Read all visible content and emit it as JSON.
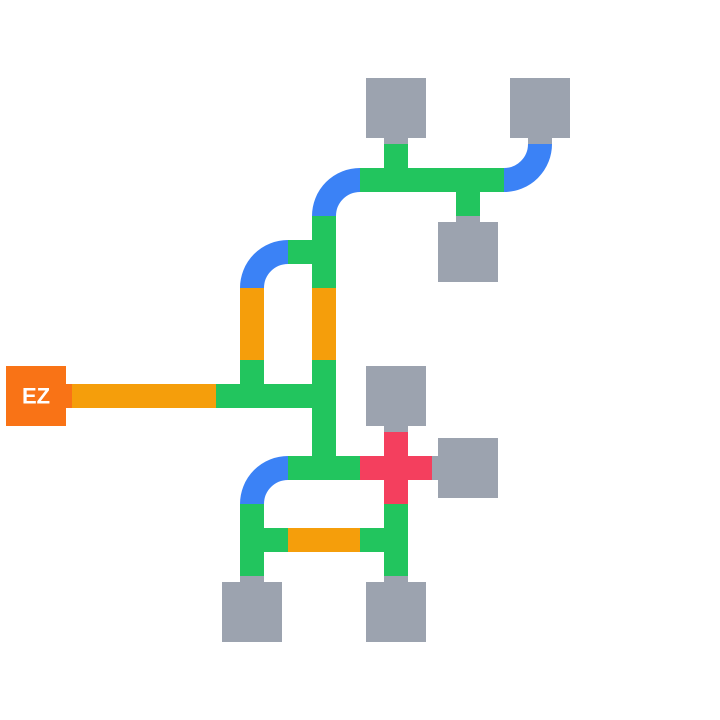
{
  "game": {
    "type": "pipe-connection-puzzle",
    "grid": {
      "cols": 10,
      "rows": 10
    },
    "colors": {
      "background": "#ffffff",
      "straight_pipe": "#f59e0b",
      "curve_pipe": "#3b82f6",
      "junction_pipe": "#22c55e",
      "cross_pipe": "#f43f5e",
      "source": "#f97316",
      "source_text": "#ffffff",
      "terminal": "#9ca3af"
    },
    "source": {
      "label": "EZ",
      "cell": [
        0,
        5
      ],
      "outlets": [
        "E"
      ]
    },
    "terminals": [
      {
        "cell": [
          5,
          1
        ],
        "opening": "S"
      },
      {
        "cell": [
          7,
          1
        ],
        "opening": "S"
      },
      {
        "cell": [
          6,
          3
        ],
        "opening": "N"
      },
      {
        "cell": [
          5,
          5
        ],
        "opening": "S"
      },
      {
        "cell": [
          6,
          6
        ],
        "opening": "W"
      },
      {
        "cell": [
          3,
          8
        ],
        "opening": "N"
      },
      {
        "cell": [
          5,
          8
        ],
        "opening": "N"
      }
    ],
    "pipes": [
      {
        "cell": [
          1,
          5
        ],
        "kind": "straight",
        "openings": [
          "W",
          "E"
        ]
      },
      {
        "cell": [
          2,
          5
        ],
        "kind": "straight",
        "openings": [
          "W",
          "E"
        ]
      },
      {
        "cell": [
          3,
          5
        ],
        "kind": "junction",
        "openings": [
          "W",
          "N",
          "E"
        ]
      },
      {
        "cell": [
          4,
          5
        ],
        "kind": "junction",
        "openings": [
          "W",
          "N",
          "S"
        ]
      },
      {
        "cell": [
          3,
          4
        ],
        "kind": "straight",
        "openings": [
          "N",
          "S"
        ]
      },
      {
        "cell": [
          3,
          3
        ],
        "kind": "curve",
        "openings": [
          "E",
          "S"
        ]
      },
      {
        "cell": [
          4,
          3
        ],
        "kind": "junction",
        "openings": [
          "W",
          "N",
          "S"
        ]
      },
      {
        "cell": [
          4,
          4
        ],
        "kind": "straight",
        "openings": [
          "N",
          "S"
        ]
      },
      {
        "cell": [
          4,
          2
        ],
        "kind": "curve",
        "openings": [
          "E",
          "S"
        ]
      },
      {
        "cell": [
          5,
          2
        ],
        "kind": "junction",
        "openings": [
          "W",
          "N",
          "E"
        ]
      },
      {
        "cell": [
          6,
          2
        ],
        "kind": "junction",
        "openings": [
          "W",
          "E",
          "S"
        ]
      },
      {
        "cell": [
          7,
          2
        ],
        "kind": "curve",
        "openings": [
          "W",
          "N"
        ]
      },
      {
        "cell": [
          4,
          6
        ],
        "kind": "junction",
        "openings": [
          "N",
          "W",
          "E"
        ]
      },
      {
        "cell": [
          3,
          6
        ],
        "kind": "curve",
        "openings": [
          "E",
          "S"
        ]
      },
      {
        "cell": [
          5,
          6
        ],
        "kind": "cross",
        "openings": [
          "N",
          "S",
          "E",
          "W"
        ]
      },
      {
        "cell": [
          3,
          7
        ],
        "kind": "junction",
        "openings": [
          "N",
          "E",
          "S"
        ]
      },
      {
        "cell": [
          4,
          7
        ],
        "kind": "straight",
        "openings": [
          "W",
          "E"
        ]
      },
      {
        "cell": [
          5,
          7
        ],
        "kind": "junction",
        "openings": [
          "N",
          "W",
          "S"
        ]
      }
    ]
  }
}
